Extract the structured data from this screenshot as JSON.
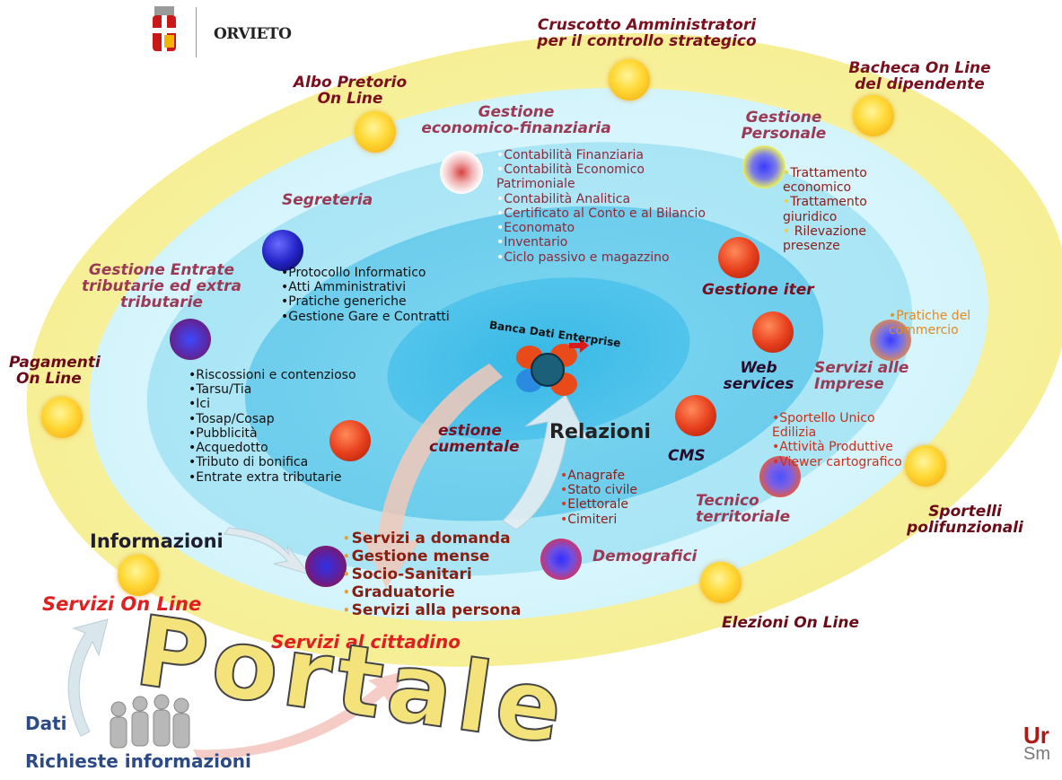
{
  "header": {
    "logo_text": "ORVIETO"
  },
  "labels": {
    "cruscotto": [
      "Cruscotto Amministratori",
      "per il controllo strategico"
    ],
    "bacheca": [
      "Bacheca On Line",
      "del dipendente"
    ],
    "albo": [
      "Albo Pretorio",
      "On Line"
    ],
    "gestione_econ": [
      "Gestione",
      "economico-finanziaria"
    ],
    "gestione_pers": [
      "Gestione",
      "Personale"
    ],
    "segreteria": "Segreteria",
    "gestione_entrate": [
      "Gestione Entrate",
      "tributarie ed extra",
      "tributarie"
    ],
    "pagamenti": [
      "Pagamenti",
      "On Line"
    ],
    "gestione_iter": "Gestione iter",
    "banca_dati": "Banca Dati Enterprise",
    "web_services": [
      "Web",
      "services"
    ],
    "servizi_imprese": [
      "Servizi alle",
      "Imprese"
    ],
    "gestione_doc": [
      "estione",
      "cumentale"
    ],
    "relazioni": "Relazioni",
    "cms": "CMS",
    "tecnico": [
      "Tecnico",
      "territoriale"
    ],
    "sportelli": [
      "Sportelli",
      "polifunzionali"
    ],
    "informazioni": "Informazioni",
    "demografici": "Demografici",
    "servizi_online": "Servizi On Line",
    "elezioni": "Elezioni On Line",
    "servizi_cittadino": "Servizi al cittadino",
    "portale": "Portale",
    "dati": "Dati",
    "richieste": "Richieste informazioni",
    "corner_brand": [
      "Ur",
      "Sm"
    ]
  },
  "lists": {
    "econ": [
      "Contabilità Finanziaria",
      "Contabilità Economico Patrimoniale",
      "Contabilità Analitica",
      "Certificato al Conto  e al Bilancio",
      "Economato",
      "Inventario",
      "Ciclo passivo e magazzino"
    ],
    "personale": [
      "Trattamento economico",
      "Trattamento giuridico",
      " Rilevazione presenze"
    ],
    "segreteria": [
      "Protocollo Informatico",
      "Atti Amministrativi",
      "Pratiche generiche",
      "Gestione Gare e Contratti"
    ],
    "entrate": [
      "Riscossioni e contenzioso",
      "Tarsu/Tia",
      "Ici",
      "Tosap/Cosap",
      "Pubblicità",
      "Acquedotto",
      "Tributo di bonifica",
      "Entrate extra tributarie"
    ],
    "imprese": [
      "Pratiche del commercio"
    ],
    "tecnico": [
      "Sportello Unico Edilizia",
      "Attività Produttive",
      "Viewer cartografico"
    ],
    "demografici": [
      "Anagrafe",
      "Stato civile",
      "Elettorale",
      "Cimiteri"
    ],
    "cittadino": [
      "Servizi a domanda",
      "Gestione  mense",
      "Socio-Sanitari",
      "Graduatorie",
      "Servizi alla persona"
    ]
  },
  "colors": {
    "outer_ring": "#f9f4a6",
    "label_dark_red": "#7a0f1e",
    "label_rose": "#9b3a55",
    "servizi_online_red": "#e02020",
    "portale_fill": "#f0e070"
  }
}
